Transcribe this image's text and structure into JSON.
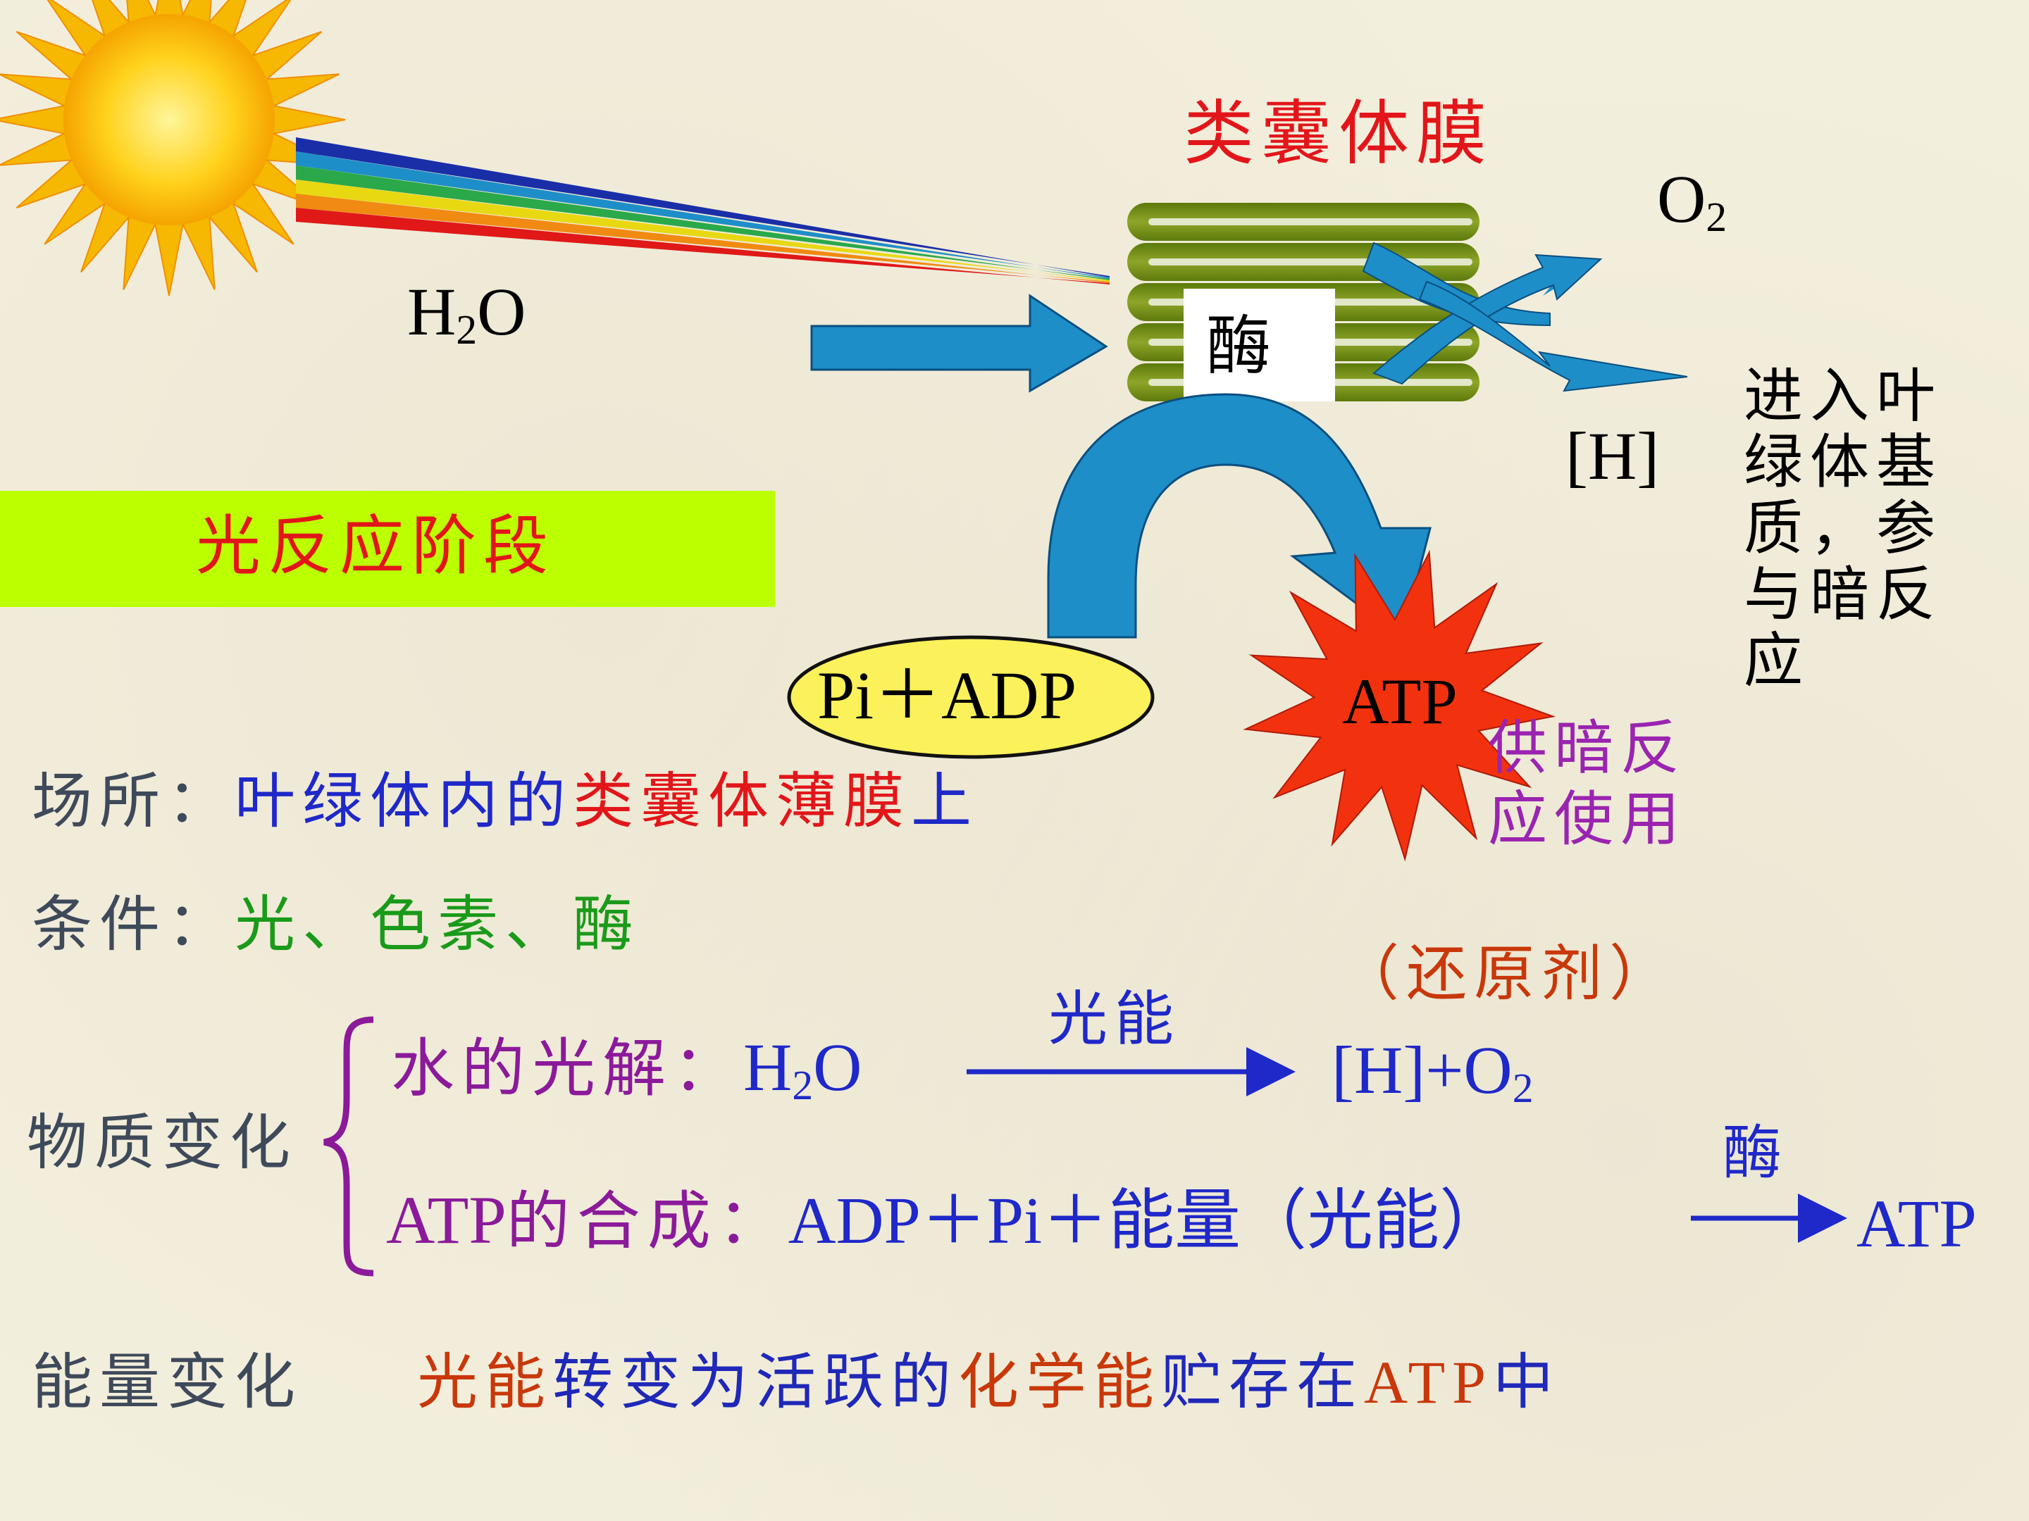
{
  "diagram": {
    "membrane_label": "类囊体膜",
    "enzyme_box": "酶",
    "o2": {
      "main": "O",
      "sub": "2"
    },
    "h2o": {
      "pre": "H",
      "sub": "2",
      "post": "O"
    },
    "h_label": "[H]",
    "h_destination": [
      "进入叶",
      "绿体基",
      "质，参",
      "与暗反",
      "应"
    ],
    "stage_label": "光反应阶段",
    "reactant": "Pi＋ADP",
    "atp": "ATP",
    "atp_use": [
      "供暗反",
      "应使用"
    ]
  },
  "location": {
    "label": "场所：",
    "text_blue": "叶绿体内的",
    "text_red": "类囊体薄膜",
    "text_blue2": "上"
  },
  "conditions": {
    "label": "条件：",
    "text": "光、色素、酶"
  },
  "substance": {
    "label": "物质变化",
    "water": {
      "label": "水的光解：",
      "formula": {
        "pre": "H",
        "sub": "2",
        "post": "O"
      },
      "arrow_label": "光能",
      "product_note": "（还原剂）",
      "product": {
        "pre": "[H]+O",
        "sub": "2"
      }
    },
    "atp": {
      "label_prefix": "ATP",
      "label": "的合成：",
      "equation": "ADP＋Pi＋能量（光能）",
      "arrow_label": "酶",
      "product": "ATP"
    }
  },
  "energy": {
    "label": "能量变化",
    "parts": [
      {
        "text": "光能",
        "color": "#c8380a"
      },
      {
        "text": "转变为活跃的",
        "color": "#1f28b8"
      },
      {
        "text": "化学能",
        "color": "#c8380a"
      },
      {
        "text": "贮存在",
        "color": "#1f28b8"
      },
      {
        "text": "ATP",
        "color": "#c8380a"
      },
      {
        "text": "中",
        "color": "#1f28b8"
      }
    ]
  },
  "colors": {
    "red": "#e2161a",
    "blue": "#1f28c8",
    "green": "#1a9a1a",
    "purple": "#8b1a9a",
    "gray": "#3e4a5a",
    "stage_bg": "#bbff00",
    "arrow_blue": "#1e8ec8",
    "grana": "#6f8a12"
  }
}
